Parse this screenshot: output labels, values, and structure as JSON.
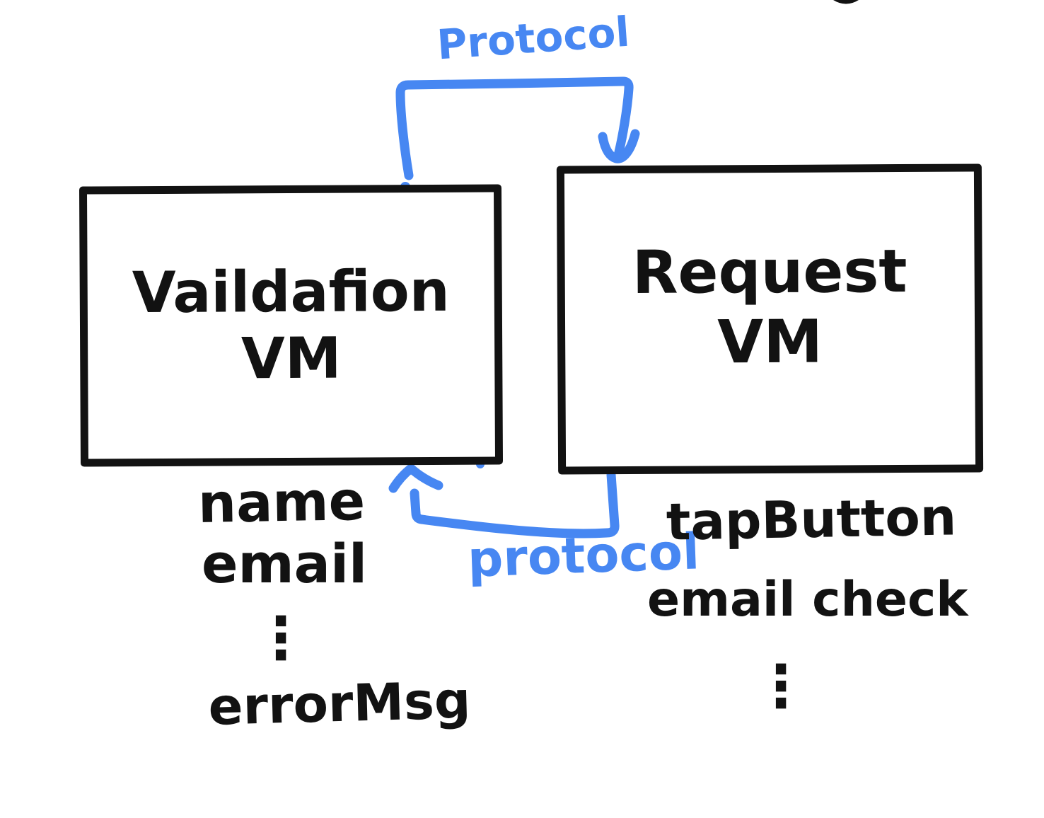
{
  "colors": {
    "background": "#ffffff",
    "ink": "#121212",
    "accent": "#4787F2"
  },
  "boxes": {
    "validation": {
      "line1": "Vaildafion",
      "line2": "VM"
    },
    "request": {
      "line1": "Request",
      "line2": "VM"
    }
  },
  "connectors": {
    "top": {
      "label": "Protocol"
    },
    "bottom": {
      "label": "protocol"
    }
  },
  "members": {
    "validation": {
      "item1": "name",
      "item2": "email",
      "ellipsis": "⋮",
      "item3": "errorMsg"
    },
    "request": {
      "item1": "tapButton",
      "item2": "email check",
      "ellipsis": "⋮"
    }
  }
}
